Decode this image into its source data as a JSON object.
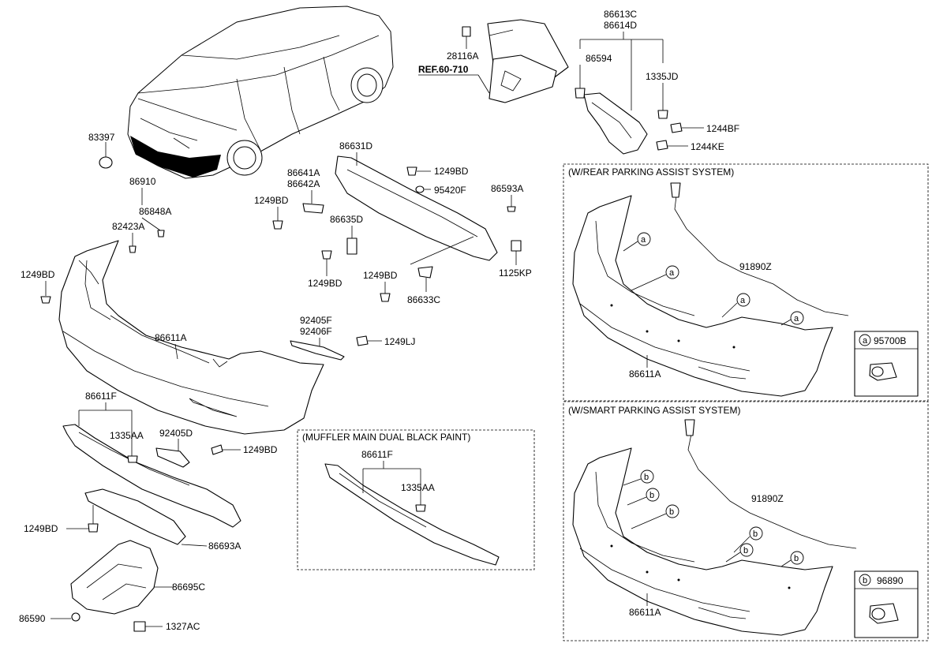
{
  "labels": {
    "p83397": "83397",
    "p86910": "86910",
    "p86848A": "86848A",
    "p82423A": "82423A",
    "p1249BD_left": "1249BD",
    "p86611A_main": "86611A",
    "p86611F": "86611F",
    "p1335AA": "1335AA",
    "p92405D": "92405D",
    "p1249BD_lower": "1249BD",
    "p1249BD_lowleft": "1249BD",
    "p86693A": "86693A",
    "p86695C": "86695C",
    "p86590": "86590",
    "p1327AC": "1327AC",
    "p86631D": "86631D",
    "p1249BD_top": "1249BD",
    "p95420F": "95420F",
    "p86641A": "86641A",
    "p86642A": "86642A",
    "p1249BD_mid": "1249BD",
    "p86593A": "86593A",
    "p86635D": "86635D",
    "p1125KP": "1125KP",
    "p1249BD_rail": "1249BD",
    "p1249BD_rail2": "1249BD",
    "p86633C": "86633C",
    "p92405F": "92405F",
    "p92406F": "92406F",
    "p1249LJ": "1249LJ",
    "p28116A": "28116A",
    "ref": "REF.60-710",
    "p86613C": "86613C",
    "p86614D": "86614D",
    "p86594": "86594",
    "p1335JD": "1335JD",
    "p1244BF": "1244BF",
    "p1244KE": "1244KE",
    "p86611F_m": "86611F",
    "p1335AA_m": "1335AA",
    "p91890Z_a": "91890Z",
    "p86611A_a": "86611A",
    "p95700B": "95700B",
    "p91890Z_b": "91890Z",
    "p86611A_b": "86611A",
    "p96890": "96890",
    "callout_a": "a",
    "callout_b": "b"
  },
  "boxes": {
    "rear_assist": "(W/REAR PARKING ASSIST SYSTEM)",
    "smart_assist": "(W/SMART PARKING ASSIST SYSTEM)",
    "muffler": "(MUFFLER MAIN DUAL BLACK PAINT)"
  }
}
